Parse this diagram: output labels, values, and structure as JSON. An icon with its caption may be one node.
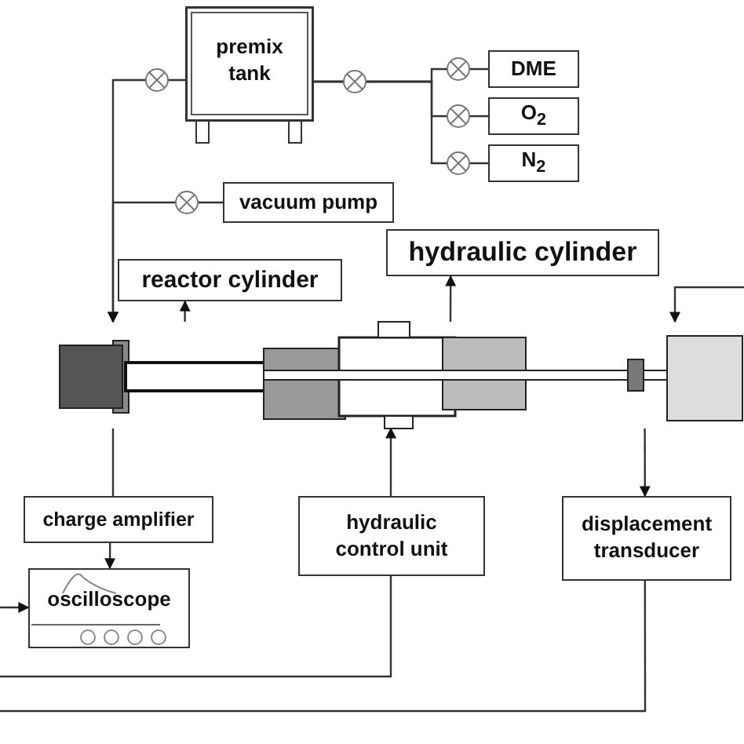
{
  "diagram": {
    "nodes": [
      {
        "text": [
          "premix tank"
        ]
      },
      {
        "text": [
          "DME"
        ]
      },
      {
        "text": [
          "O$_{2}$"
        ]
      },
      {
        "text": [
          "N$_{2}$"
        ]
      },
      {
        "text": [
          "vacuum pump"
        ]
      },
      {
        "text": [
          "reactor cylinder"
        ]
      },
      {
        "text": [
          "hydraulic cylinder"
        ]
      },
      {
        "text": [
          "charge amplifier"
        ]
      },
      {
        "text": [
          "oscilloscope"
        ]
      },
      {
        "text": [
          "hydraulic control unit"
        ]
      },
      {
        "text": [
          "displacement transducer"
        ]
      },
      {
        "text": [],
        "shape": "picture"
      }
    ],
    "edges": [
      {
        "from": 0,
        "to": 11,
        "arrow": "to"
      },
      {
        "from": 0,
        "to": 1,
        "arrow": "none"
      },
      {
        "from": 0,
        "to": 2,
        "arrow": "none"
      },
      {
        "from": 0,
        "to": 3,
        "arrow": "none"
      },
      {
        "from": 4,
        "to": 11,
        "arrow": "to"
      },
      {
        "from": 11,
        "to": 5,
        "arrow": "to"
      },
      {
        "from": 11,
        "to": 6,
        "arrow": "to"
      },
      {
        "from": null,
        "to": 11,
        "arrow": "to"
      },
      {
        "from": 11,
        "to": 7,
        "arrow": "none"
      },
      {
        "from": 7,
        "to": 8,
        "arrow": "to"
      },
      {
        "from": 9,
        "to": 11,
        "arrow": "to"
      },
      {
        "from": 11,
        "to": 10,
        "arrow": "to"
      },
      {
        "from": 9,
        "to": null,
        "arrow": "none"
      },
      {
        "from": 10,
        "to": null,
        "arrow": "none"
      },
      {
        "from": null,
        "to": 8,
        "arrow": "to"
      }
    ]
  }
}
